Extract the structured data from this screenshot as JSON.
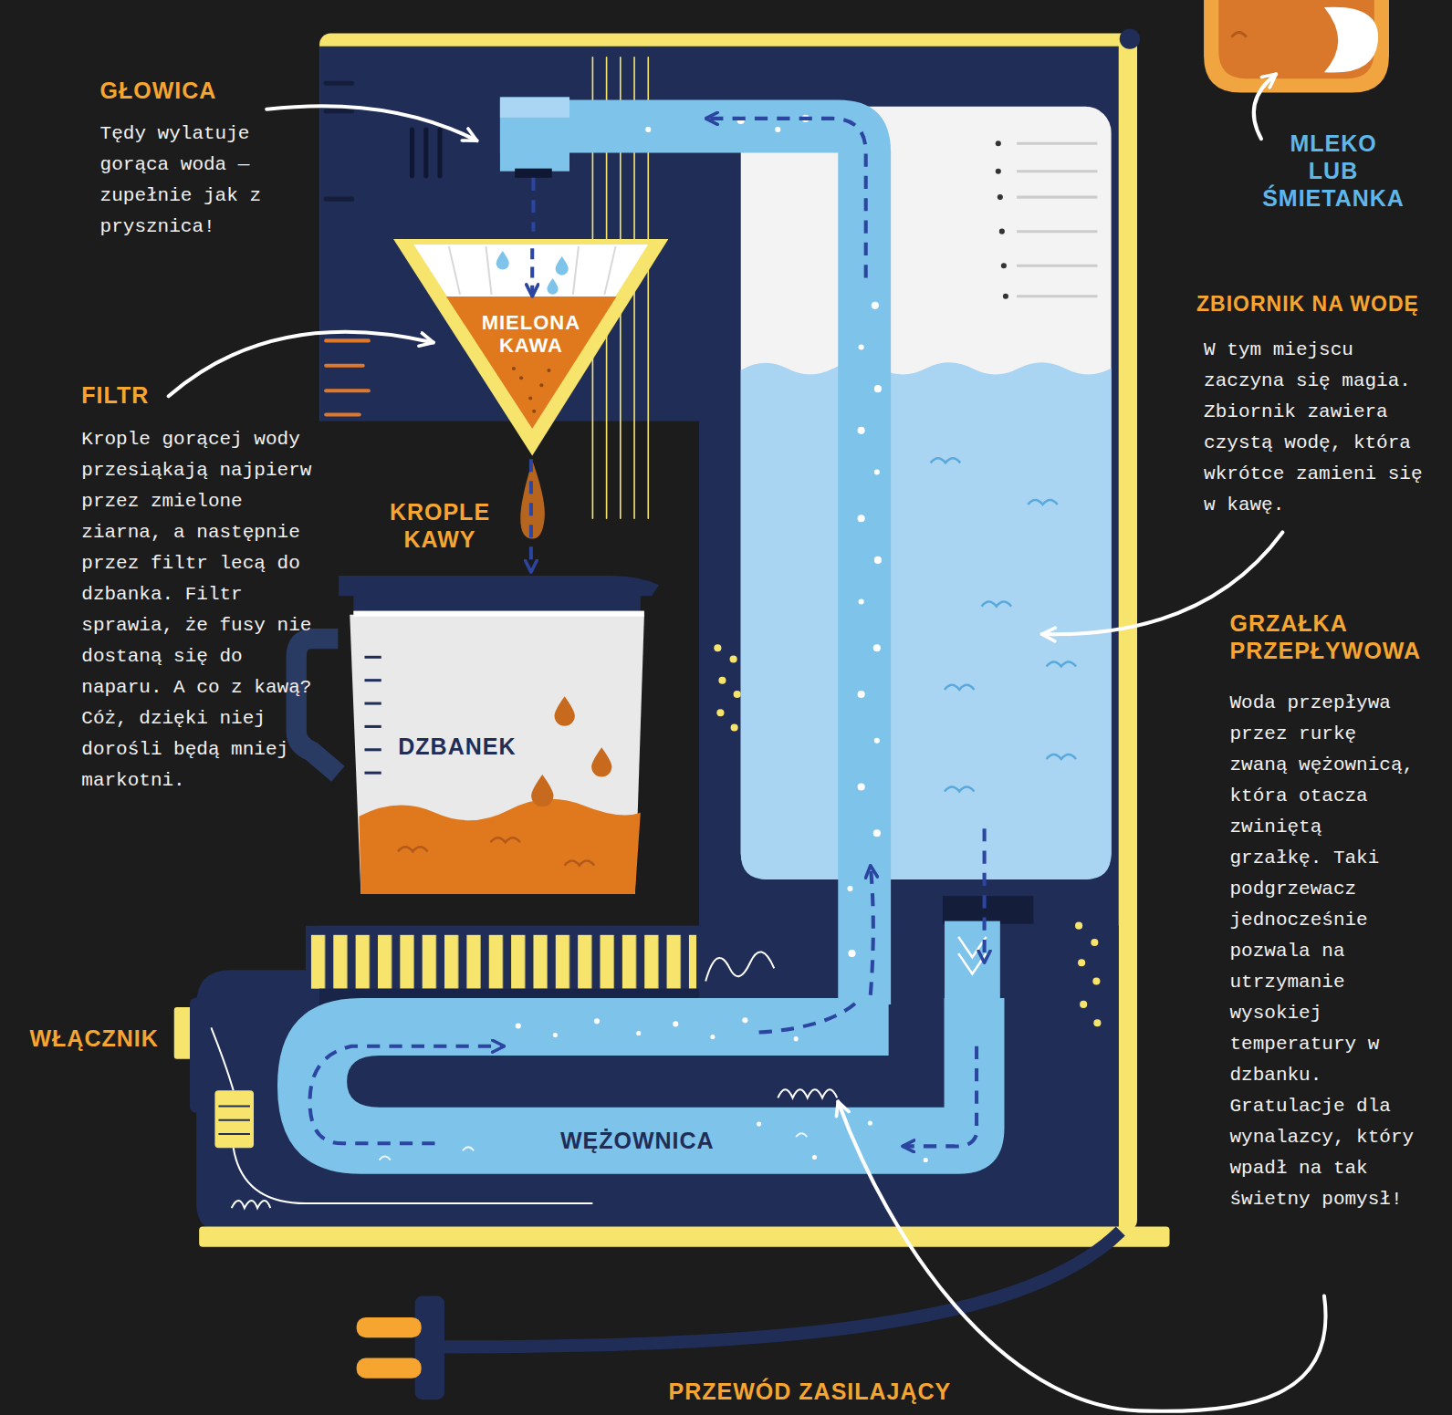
{
  "diagram": {
    "nodes": [
      {
        "text": [
          "MIELONA KAWA"
        ]
      },
      {
        "text": [
          "DZBANEK"
        ]
      },
      {
        "text": [
          "WĘŻOWNICA"
        ]
      }
    ],
    "edges": [
      {
        "from": 0,
        "to": 1,
        "arrow": "to"
      }
    ],
    "labels": [
      "GŁOWICA",
      "Tędy wylatuje gorąca woda — zupełnie jak z prysznica!",
      "FILTR",
      "Krople gorącej wody przesiąkają najpierw przez zmielone ziarna, a następnie przez filtr lecą do dzbanka. Filtr sprawia, że fusy nie dostaną się do naparu. A co z kawą? Cóż, dzięki niej dorośli będą mniej markotni.",
      "KROPLE KAWY",
      "WŁĄCZNIK",
      "MLEKO LUB ŚMIETANKA",
      "ZBIORNIK NA WODĘ",
      "W tym miejscu zaczyna się magia. Zbiornik zawiera czystą wodę, która wkrótce zamieni się w kawę.",
      "GRZAŁKA PRZEPŁYWOWA",
      "Woda przepływa przez rurkę zwaną wężownicą, która otacza zwiniętą grzałkę. Taki podgrzewacz jednocześnie pozwala na utrzymanie wysokiej temperatury w dzbanku. Gratulacje dla wynalazcy, który wpadł na tak świetny pomysł!",
      "PRZEWÓD ZASILAJĄCY"
    ]
  }
}
